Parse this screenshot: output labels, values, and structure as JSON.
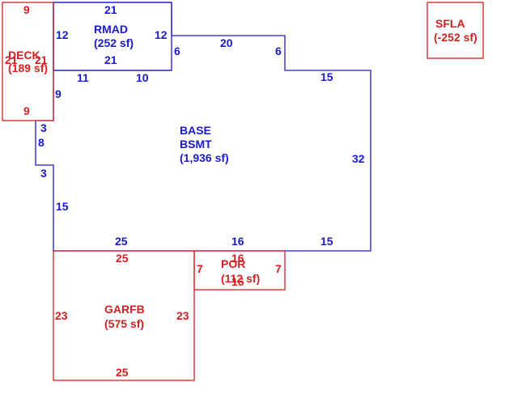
{
  "colors": {
    "blue": "#1a1acc",
    "red": "#d42020"
  },
  "areas": {
    "base": {
      "name1": "BASE",
      "name2": "BSMT",
      "sf": "(1,936 sf)"
    },
    "rmad": {
      "name": "RMAD",
      "sf": "(252 sf)"
    },
    "deck": {
      "name": "DECK",
      "sf": "(189 sf)"
    },
    "garfb": {
      "name": "GARFB",
      "sf": "(575 sf)"
    },
    "por": {
      "name": "POR",
      "sf": "(112 sf)"
    },
    "sfla": {
      "name": "SFLA",
      "sf": "(-252 sf)"
    }
  },
  "dimensions": {
    "rmad_top": "21",
    "rmad_left": "12",
    "rmad_right": "12",
    "rmad_bottom": "21",
    "deck_top": "9",
    "deck_left": "21",
    "deck_right": "21",
    "deck_bottom": "9",
    "base_20": "20",
    "base_6a": "6",
    "base_6b": "6",
    "base_15_top": "15",
    "base_11": "11",
    "base_10": "10",
    "base_9": "9",
    "base_3a": "3",
    "base_8": "8",
    "base_3b": "3",
    "base_15_left": "15",
    "base_32": "32",
    "base_25": "25",
    "base_16": "16",
    "base_15_bottom": "15",
    "gar_top": "25",
    "gar_left": "23",
    "gar_right": "23",
    "gar_bottom": "25",
    "por_left": "7",
    "por_right": "7",
    "por_top": "16",
    "por_bottom": "16"
  }
}
